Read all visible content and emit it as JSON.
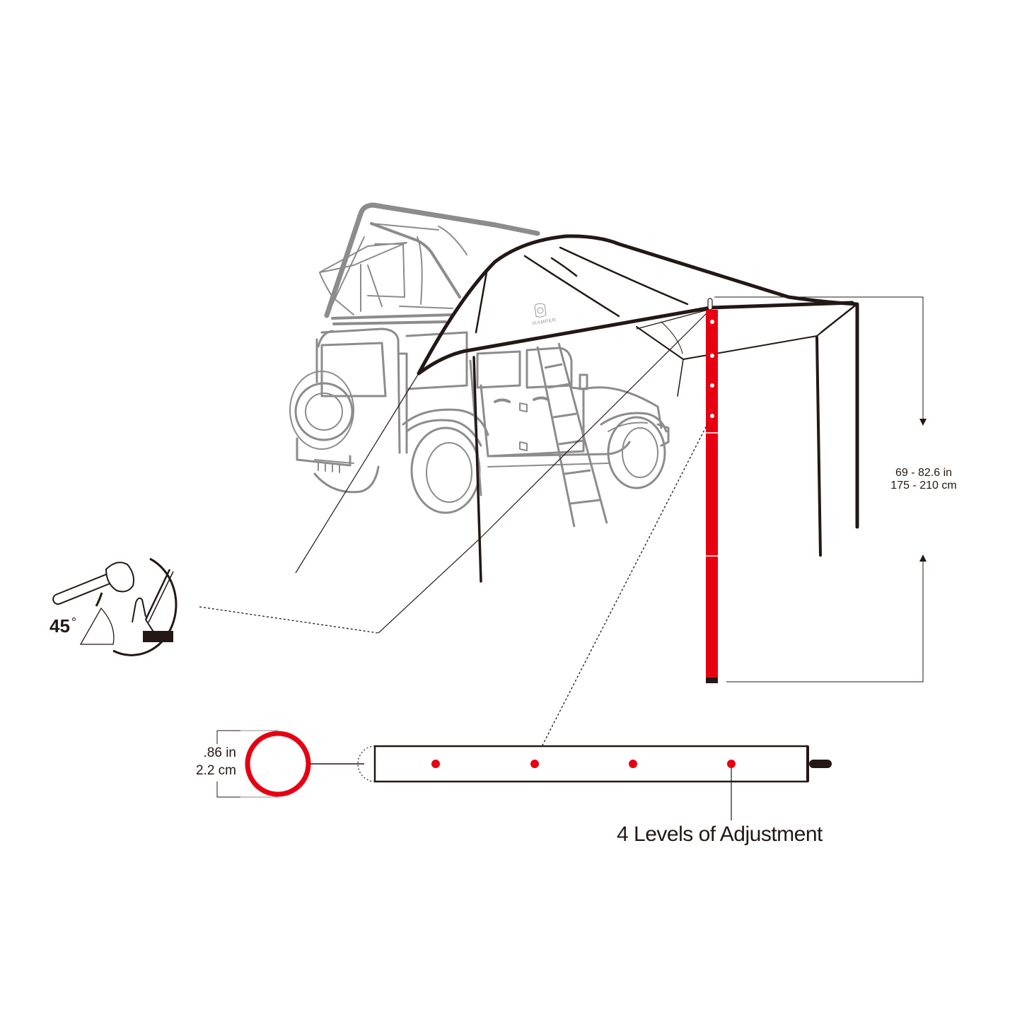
{
  "diagram": {
    "subject": "Vehicle awning with adjustable support poles",
    "brand_logo_text": "iKAMPER",
    "colors": {
      "line_dark": "#231815",
      "vehicle_gray": "#8c8c8c",
      "accent_red": "#e60012",
      "background": "#ffffff"
    }
  },
  "dimensions": {
    "height_imperial": "69 - 82.6 in",
    "height_metric": "175 - 210 cm",
    "diameter_imperial": ".86 in",
    "diameter_metric": "2.2 cm"
  },
  "stake_detail": {
    "angle_value": "45",
    "angle_unit": "°"
  },
  "pole_detail": {
    "caption": "4 Levels of Adjustment",
    "adjustment_holes": 4
  }
}
